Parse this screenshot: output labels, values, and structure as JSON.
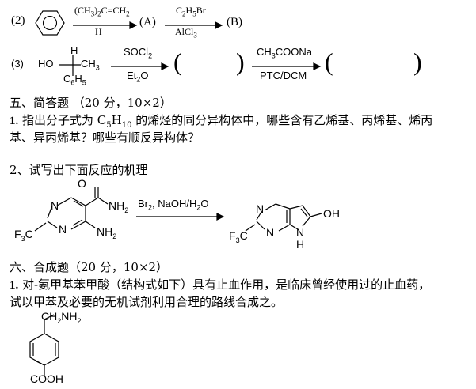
{
  "q2": {
    "label": "(2)",
    "reagent_top": "(CH3)2C=CH2",
    "reagent_bottom": "H",
    "product_a": "(A)",
    "reagent2_top": "C2H5Br",
    "reagent2_bottom": "AlCl3",
    "product_b": "(B)"
  },
  "q3": {
    "label": "(3)",
    "start_top_h": "H",
    "start_ho": "HO",
    "start_ch3": "CH3",
    "start_bottom": "C6H5",
    "reagent1_top": "SOCl2",
    "reagent1_bottom": "Et2O",
    "paren_open": "(",
    "paren_close": ")",
    "reagent2_top": "CH3COONa",
    "reagent2_bottom": "PTC/DCM",
    "paren2_open": "(",
    "paren2_close": ")"
  },
  "section5": {
    "heading": "五、简答题  （20 分，10×2）",
    "q1_num": "1.",
    "q1_line1": "指出分子式为 C5H10 的烯烃的同分异构体中，哪些含有乙烯基、丙烯基、烯丙",
    "q1_line2": "基、异丙烯基？哪些有顺反异构体？",
    "q2_text": "2、试写出下面反应的机理"
  },
  "mechanism": {
    "reactant_o": "O",
    "reactant_nh2_amide": "NH2",
    "reactant_n_top": "N",
    "reactant_n_bottom": "N",
    "reactant_nh2": "NH2",
    "reactant_cf3": "F3C",
    "reagent": "Br2, NaOH/H2O",
    "product_n_top": "N",
    "product_n_bottom": "N",
    "product_oh": "OH",
    "product_nh": "N",
    "product_h": "H",
    "product_cf3": "F3C"
  },
  "section6": {
    "heading": "六、合成题（20 分，10×2）",
    "q1_num": "1.",
    "q1_line1": "对-氨甲基苯甲酸（结构式如下）具有止血作用，是临床曾经使用过的止血药，",
    "q1_line2": "试以甲苯及必要的无机试剂利用合理的路线合成之。",
    "struct_top": "CH2NH2",
    "struct_bottom": "COOH"
  }
}
